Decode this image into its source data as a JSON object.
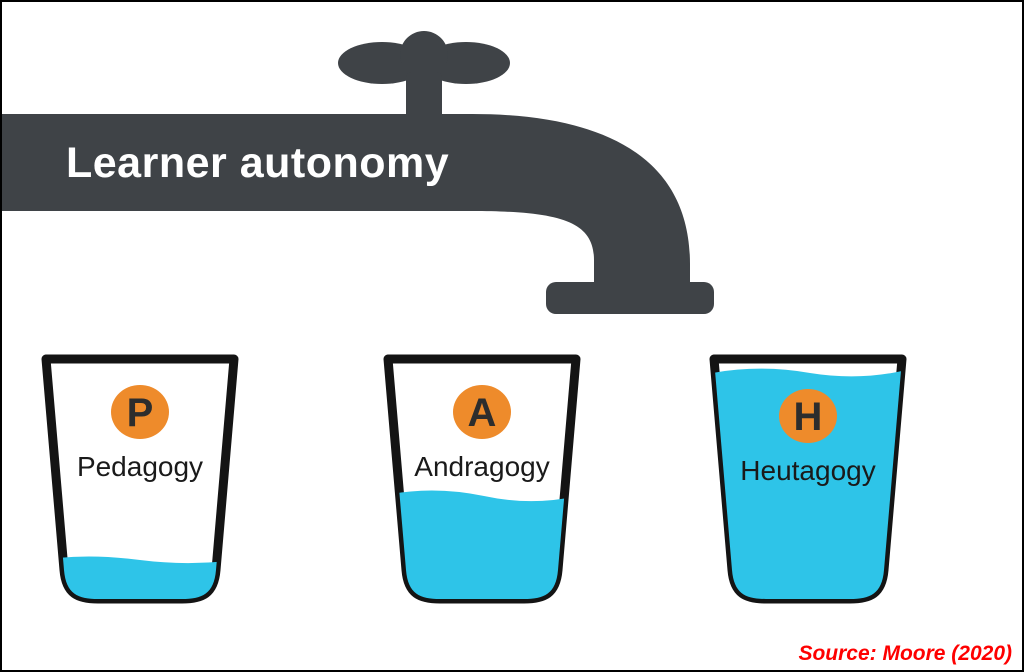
{
  "diagram": {
    "title": "Learner autonomy",
    "source": "Source: Moore (2020)",
    "cups": [
      {
        "letter": "P",
        "label": "Pedagogy",
        "fill_percent": 15
      },
      {
        "letter": "A",
        "label": "Andragogy",
        "fill_percent": 42
      },
      {
        "letter": "H",
        "label": "Heutagogy",
        "fill_percent": 95
      }
    ],
    "colors": {
      "pipe": "#3f4347",
      "water": "#2ec4e8",
      "badge": "#ee8b2b",
      "badge_letter": "#2d2d2d",
      "cup_outline": "#141414",
      "title_text": "#ffffff",
      "source_text": "#fe0000",
      "background": "#ffffff"
    }
  }
}
